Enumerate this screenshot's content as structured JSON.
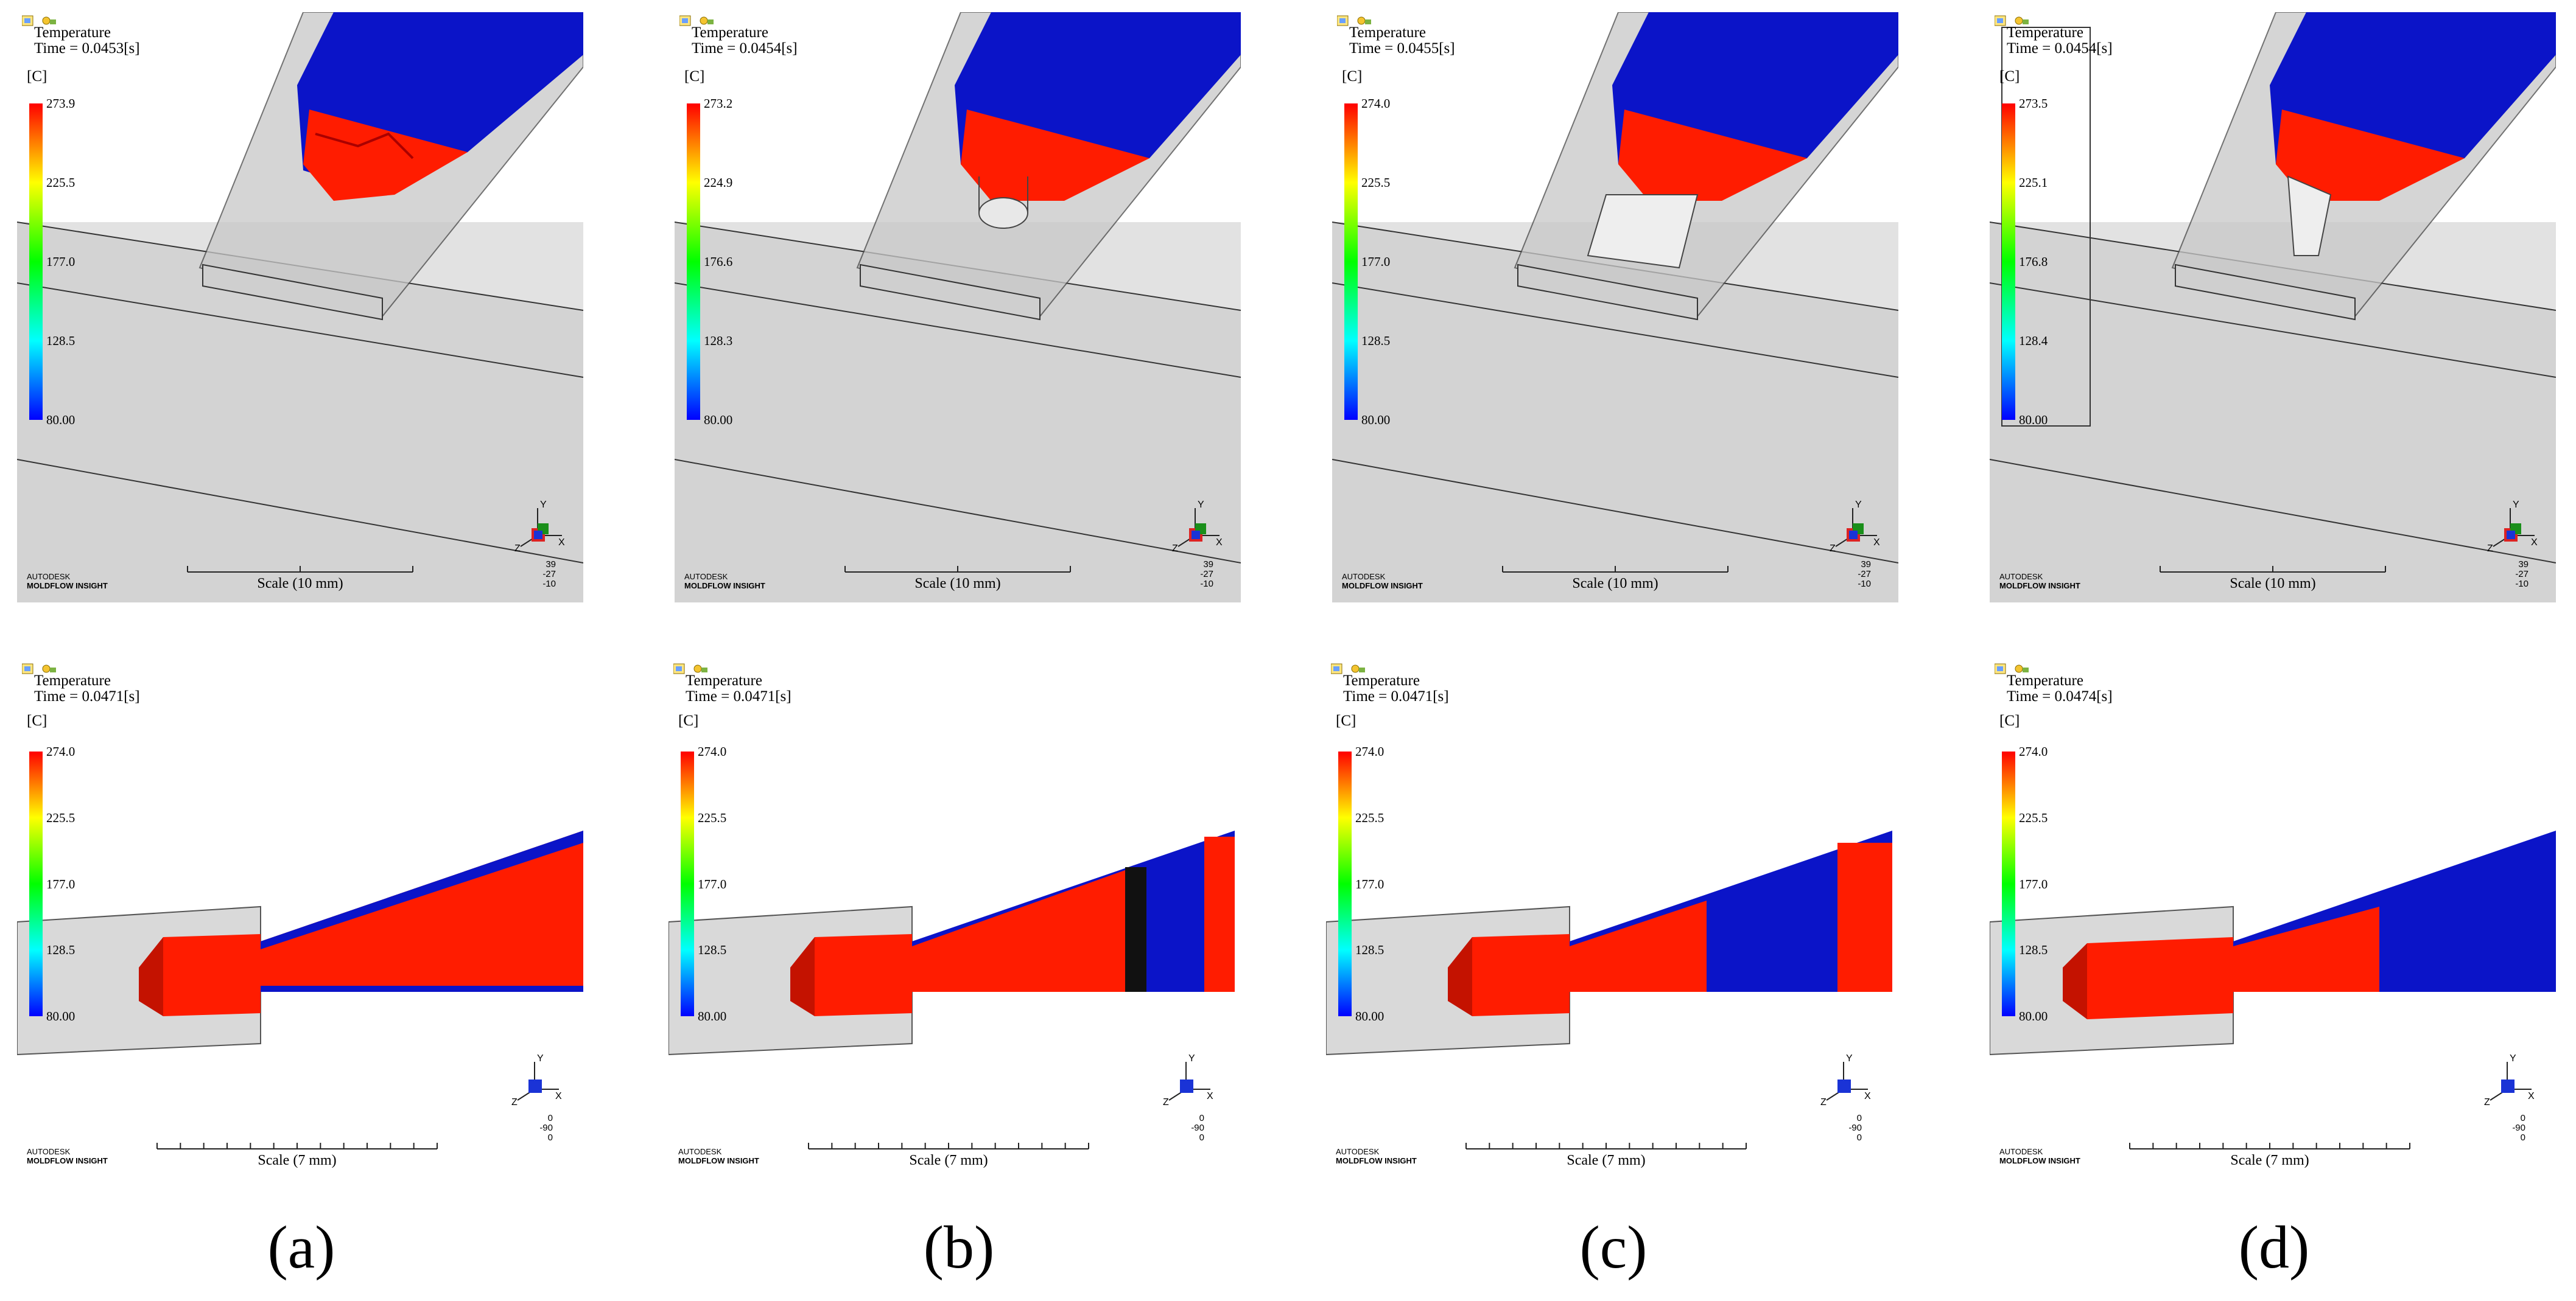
{
  "panels": [
    {
      "title": "Temperature",
      "time": "Time =  0.0453[s]",
      "unit": "[C]",
      "ticks": [
        "273.9",
        "225.5",
        "177.0",
        "128.5",
        "80.00"
      ],
      "brand_top": "AUTODESK",
      "brand_bottom": "MOLDFLOW INSIGHT",
      "scale": "Scale (10 mm)",
      "coords": [
        "39",
        "-27",
        "-10"
      ]
    },
    {
      "title": "Temperature",
      "time": "Time =  0.0454[s]",
      "unit": "[C]",
      "ticks": [
        "273.2",
        "224.9",
        "176.6",
        "128.3",
        "80.00"
      ],
      "brand_top": "AUTODESK",
      "brand_bottom": "MOLDFLOW INSIGHT",
      "scale": "Scale (10 mm)",
      "coords": [
        "39",
        "-27",
        "-10"
      ]
    },
    {
      "title": "Temperature",
      "time": "Time =  0.0455[s]",
      "unit": "[C]",
      "ticks": [
        "274.0",
        "225.5",
        "177.0",
        "128.5",
        "80.00"
      ],
      "brand_top": "AUTODESK",
      "brand_bottom": "MOLDFLOW INSIGHT",
      "scale": "Scale (10 mm)",
      "coords": [
        "39",
        "-27",
        "-10"
      ]
    },
    {
      "title": "Temperature",
      "time": "Time =  0.0454[s]",
      "unit": "[C]",
      "ticks": [
        "273.5",
        "225.1",
        "176.8",
        "128.4",
        "80.00"
      ],
      "brand_top": "AUTODESK",
      "brand_bottom": "MOLDFLOW INSIGHT",
      "scale": "Scale (10 mm)",
      "coords": [
        "39",
        "-27",
        "-10"
      ]
    },
    {
      "title": "Temperature",
      "time": "Time =  0.0471[s]",
      "unit": "[C]",
      "ticks": [
        "274.0",
        "225.5",
        "177.0",
        "128.5",
        "80.00"
      ],
      "brand_top": "AUTODESK",
      "brand_bottom": "MOLDFLOW INSIGHT",
      "scale": "Scale (7 mm)",
      "coords": [
        "0",
        "-90",
        "0"
      ]
    },
    {
      "title": "Temperature",
      "time": "Time =  0.0471[s]",
      "unit": "[C]",
      "ticks": [
        "274.0",
        "225.5",
        "177.0",
        "128.5",
        "80.00"
      ],
      "brand_top": "AUTODESK",
      "brand_bottom": "MOLDFLOW INSIGHT",
      "scale": "Scale (7 mm)",
      "coords": [
        "0",
        "-90",
        "0"
      ]
    },
    {
      "title": "Temperature",
      "time": "Time =  0.0471[s]",
      "unit": "[C]",
      "ticks": [
        "274.0",
        "225.5",
        "177.0",
        "128.5",
        "80.00"
      ],
      "brand_top": "AUTODESK",
      "brand_bottom": "MOLDFLOW INSIGHT",
      "scale": "Scale (7 mm)",
      "coords": [
        "0",
        "-90",
        "0"
      ]
    },
    {
      "title": "Temperature",
      "time": "Time =  0.0474[s]",
      "unit": "[C]",
      "ticks": [
        "274.0",
        "225.5",
        "177.0",
        "128.5",
        "80.00"
      ],
      "brand_top": "AUTODESK",
      "brand_bottom": "MOLDFLOW INSIGHT",
      "scale": "Scale (7 mm)",
      "coords": [
        "0",
        "-90",
        "0"
      ]
    }
  ],
  "axis_letters": {
    "y": "Y",
    "x": "X",
    "z": "Z"
  },
  "captions": [
    "(a)",
    "(b)",
    "(c)",
    "(d)"
  ],
  "colors": {
    "melt_hot": "#ff1a00",
    "melt_cold": "#0a14c8",
    "mold_gray": "#d4d4d4",
    "colorbar": [
      "#ff0000",
      "#ffff00",
      "#00ff00",
      "#00ffff",
      "#0000ff"
    ]
  }
}
